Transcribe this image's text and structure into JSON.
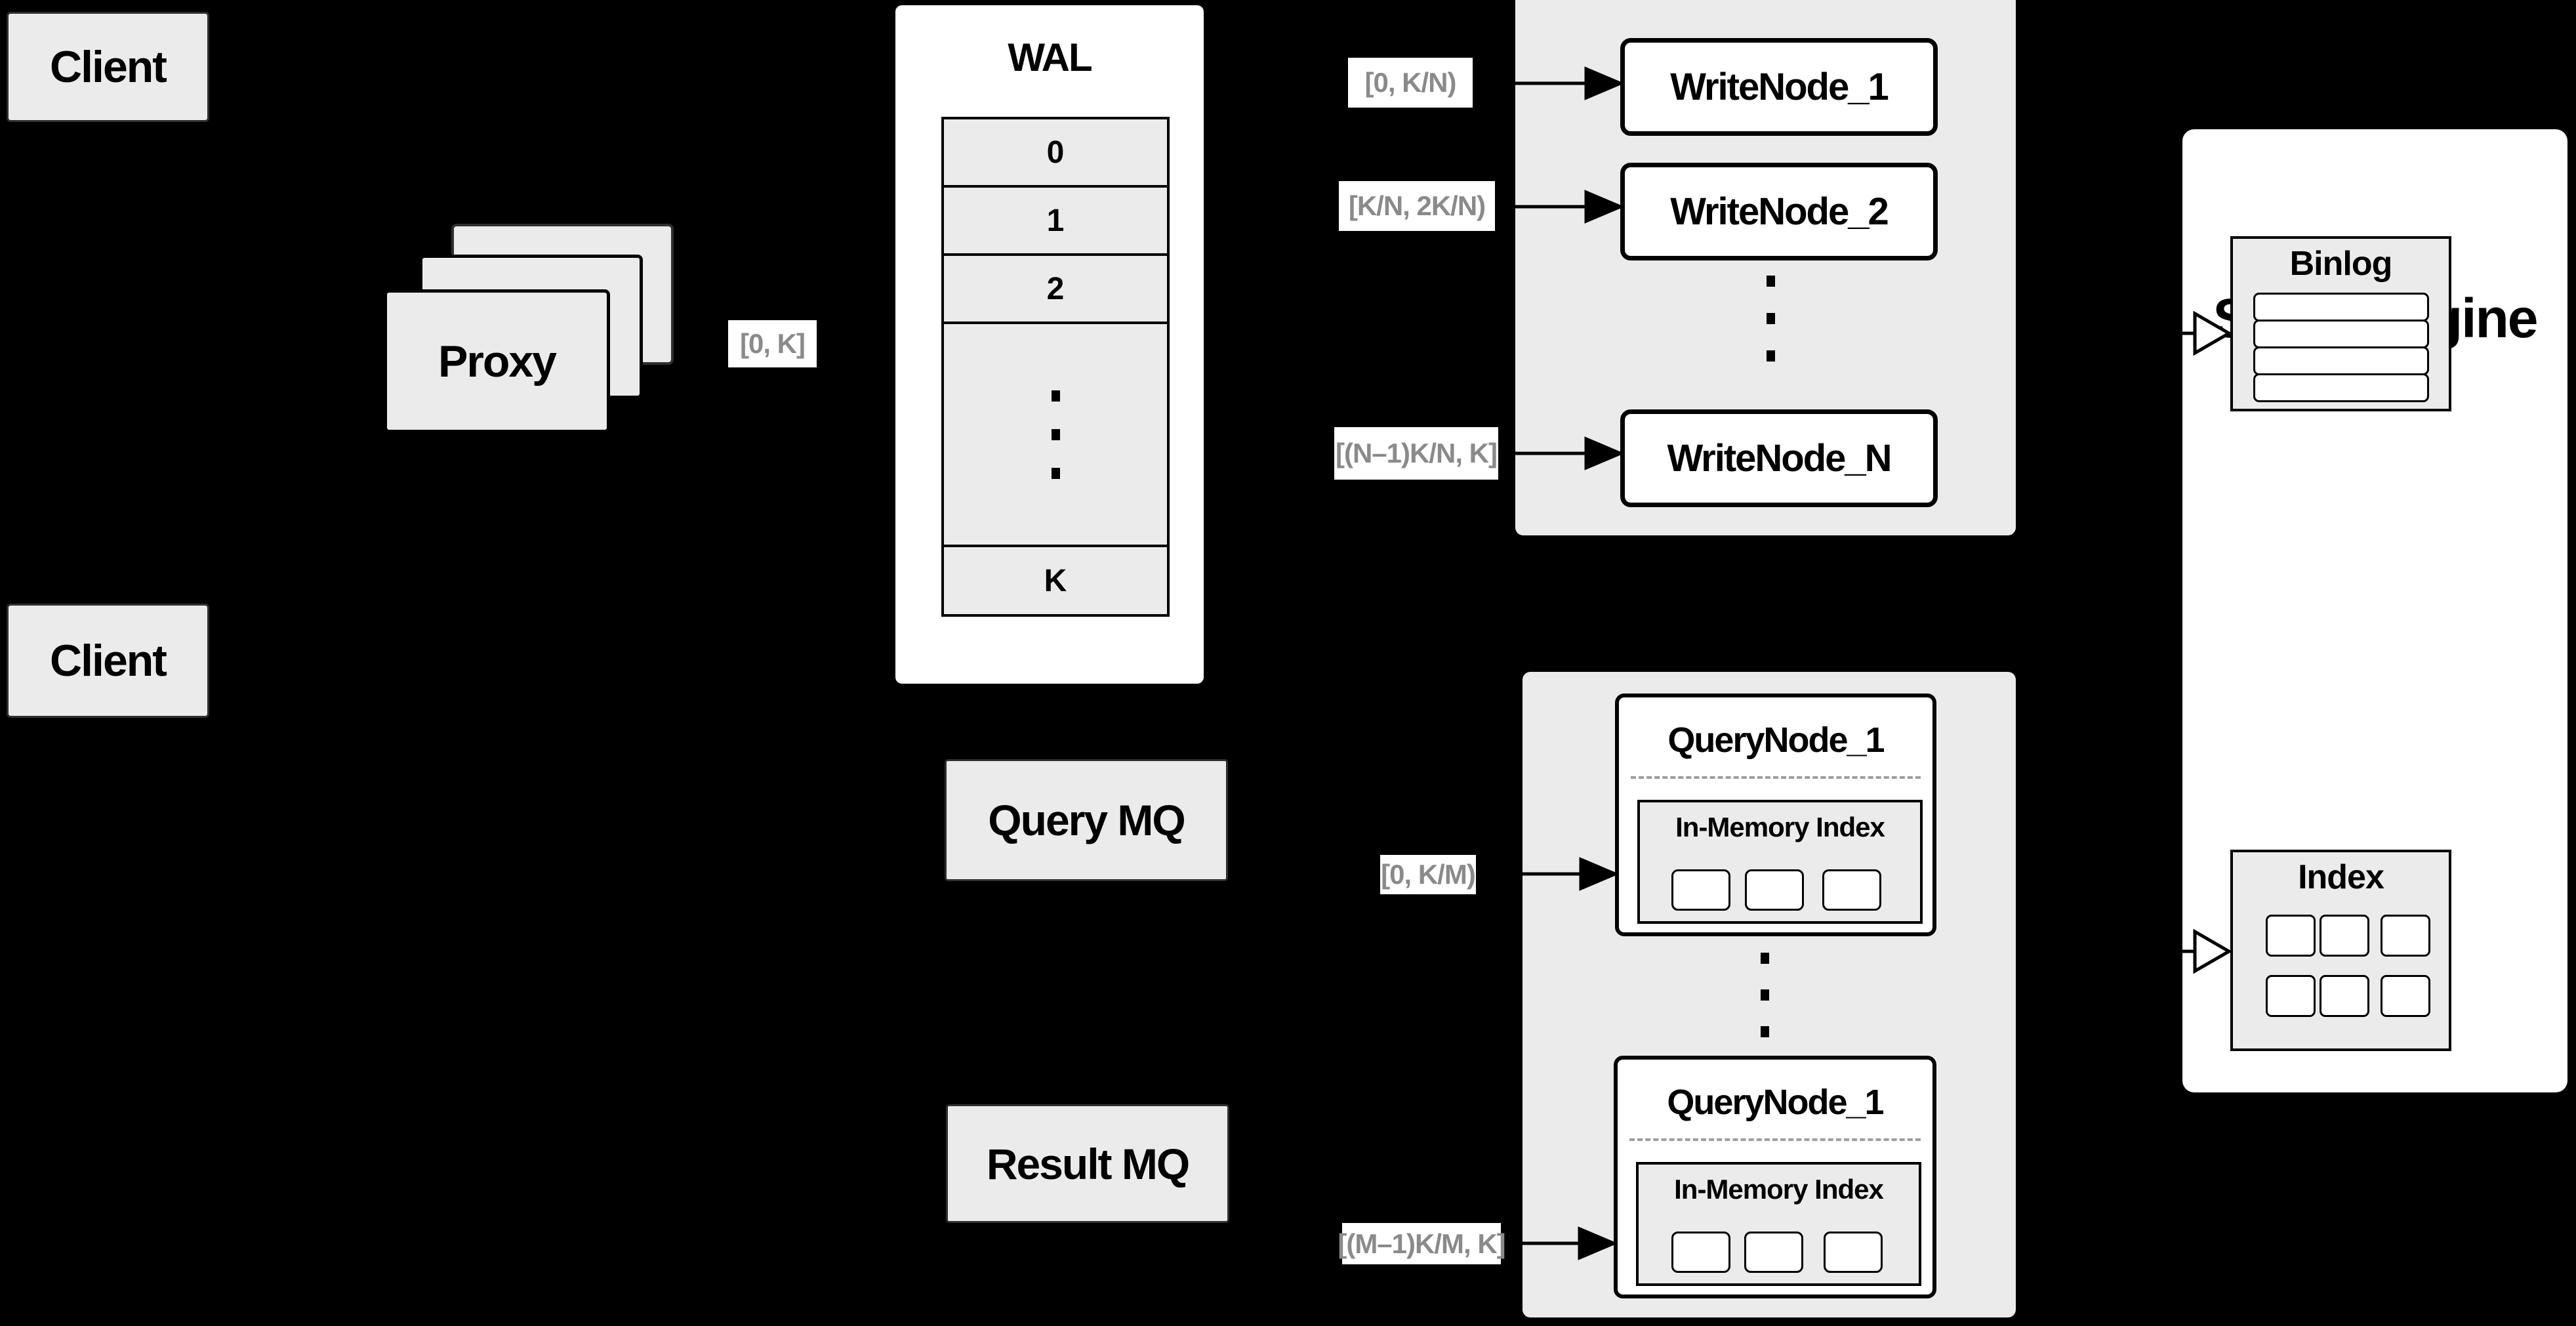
{
  "clients": {
    "top": "Client",
    "bottom": "Client"
  },
  "proxy": {
    "label": "Proxy"
  },
  "range_labels": {
    "proxy_out": "[0, K]",
    "write_node_1": "[0, K/N)",
    "write_node_2": "[K/N, 2K/N)",
    "write_node_n": "[(N–1)K/N, K]",
    "query_node_1": "[0, K/M)",
    "query_node_2": "[(M–1)K/M, K]"
  },
  "wal": {
    "title": "WAL",
    "rows": [
      "0",
      "1",
      "2"
    ],
    "last_row": "K"
  },
  "write_nodes": {
    "node_1": "WriteNode_1",
    "node_2": "WriteNode_2",
    "node_n": "WriteNode_N"
  },
  "message_queues": {
    "query": "Query MQ",
    "result": "Result MQ"
  },
  "query_nodes": {
    "node_1_title": "QueryNode_1",
    "node_2_title": "QueryNode_1",
    "in_memory_index_1": "In-Memory Index",
    "in_memory_index_2": "In-Memory Index"
  },
  "store_engine": {
    "title": "Store Engine",
    "binlog_title": "Binlog",
    "index_title": "Index"
  },
  "colors": {
    "background": "#000000",
    "box_fill": "#ebebeb",
    "node_fill": "#ffffff",
    "border": "#000000",
    "range_text": "#8a8a8a",
    "dashed_divider": "#9e9e9e"
  }
}
